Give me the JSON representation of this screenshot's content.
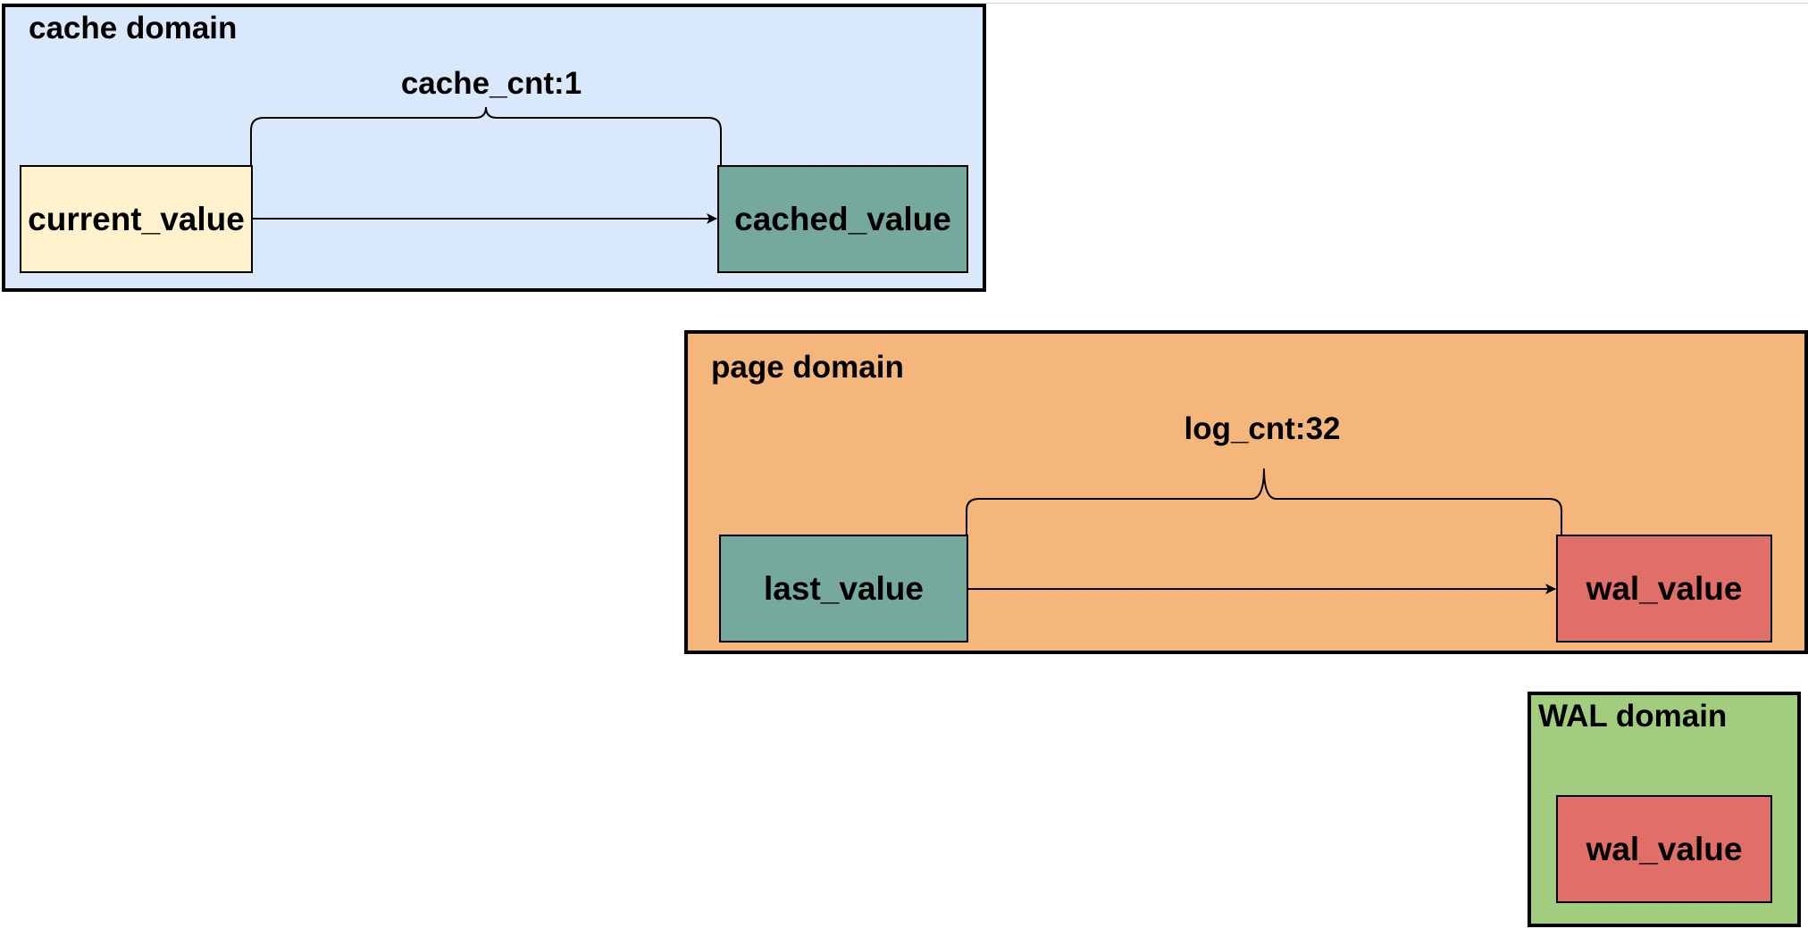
{
  "colors": {
    "cache_domain_bg": "#dae8fc",
    "page_domain_bg": "#f4b67a",
    "wal_domain_bg": "#a2cd7e",
    "current_value_bg": "#fff2cc",
    "teal_box_bg": "#76a99d",
    "red_box_bg": "#df6f68"
  },
  "cache_domain": {
    "title": "cache domain",
    "brace_label": "cache_cnt:1",
    "source_box": "current_value",
    "target_box": "cached_value"
  },
  "page_domain": {
    "title": "page domain",
    "brace_label": "log_cnt:32",
    "source_box": "last_value",
    "target_box": "wal_value"
  },
  "wal_domain": {
    "title": "WAL domain",
    "box": "wal_value"
  }
}
